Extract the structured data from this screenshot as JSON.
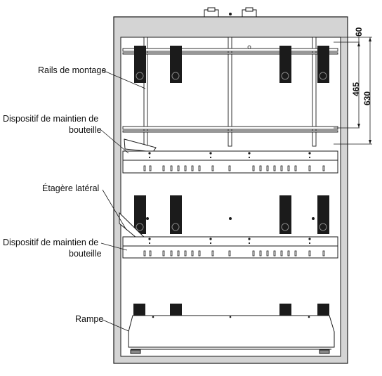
{
  "labels": {
    "rails": "Rails de montage",
    "holder_top_line1": "Dispositif de maintien de",
    "holder_top_line2": "bouteille",
    "side_shelf": "Étagère latéral",
    "holder_mid_line1": "Dispositif de maintien de",
    "holder_mid_line2": "bouteille",
    "ramp": "Rampe"
  },
  "dimensions": {
    "d60": "60",
    "d465": "465",
    "d630": "630"
  },
  "colors": {
    "cabinet": "#d4d4d4",
    "line": "#1a1a1a",
    "interior": "#ffffff",
    "dark_part": "#1b1b1b"
  }
}
